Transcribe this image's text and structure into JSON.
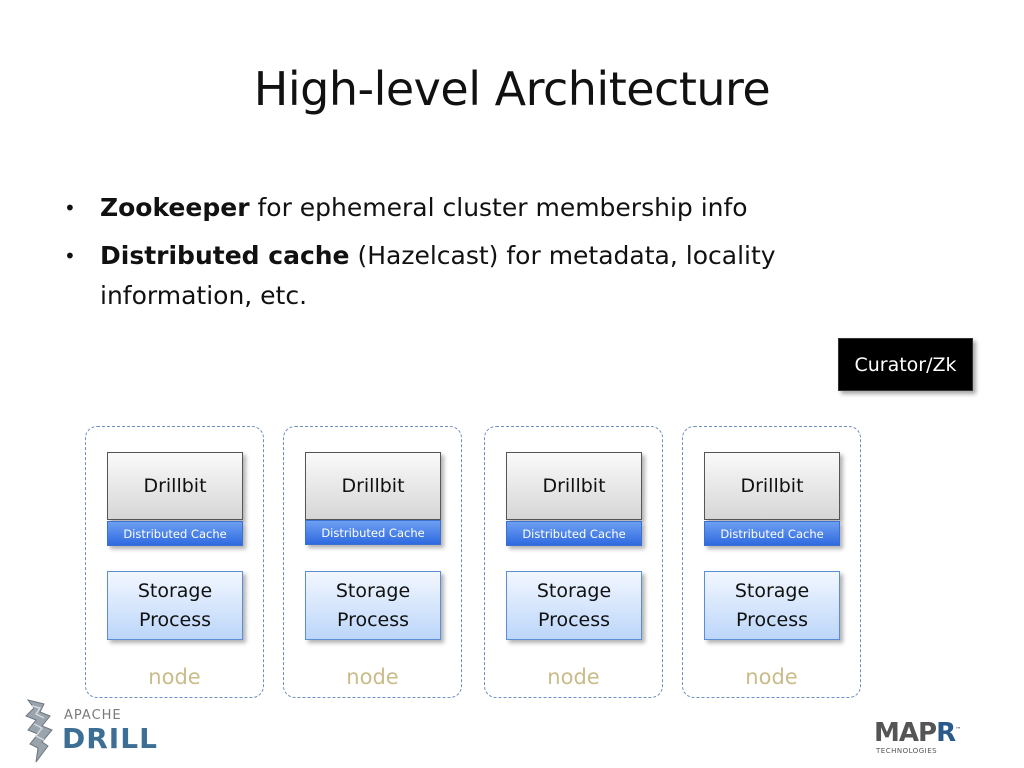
{
  "slide": {
    "title": "High-level Architecture",
    "bullets": [
      {
        "bold": "Zookeeper",
        "rest": " for ephemeral cluster membership info"
      },
      {
        "bold": "Distributed cache",
        "rest": " (Hazelcast) for metadata, locality information, etc."
      }
    ],
    "bullet_symbol": "•"
  },
  "diagram": {
    "curator": "Curator/Zk",
    "nodes": [
      {
        "drillbit": "Drillbit",
        "cache": "Distributed Cache",
        "storage_line1": "Storage",
        "storage_line2": "Process",
        "label": "node"
      },
      {
        "drillbit": "Drillbit",
        "cache": "Distributed Cache",
        "storage_line1": "Storage",
        "storage_line2": "Process",
        "label": "node"
      },
      {
        "drillbit": "Drillbit",
        "cache": "Distributed Cache",
        "storage_line1": "Storage",
        "storage_line2": "Process",
        "label": "node"
      },
      {
        "drillbit": "Drillbit",
        "cache": "Distributed Cache",
        "storage_line1": "Storage",
        "storage_line2": "Process",
        "label": "node"
      }
    ]
  },
  "logos": {
    "apache_drill": {
      "line1": "APACHE",
      "line2": "DRILL",
      "icon": "drill-bit-icon"
    },
    "mapr": {
      "main": "MAP",
      "accent": "R",
      "tm": "™",
      "sub": "TECHNOLOGIES"
    }
  },
  "colors": {
    "node_border": "#6f8fbf",
    "cache_blue": "#2f6ae0",
    "storage_blue": "#bcd6fa",
    "node_label": "#c9bc8a",
    "drill_blue": "#3c6f93"
  }
}
